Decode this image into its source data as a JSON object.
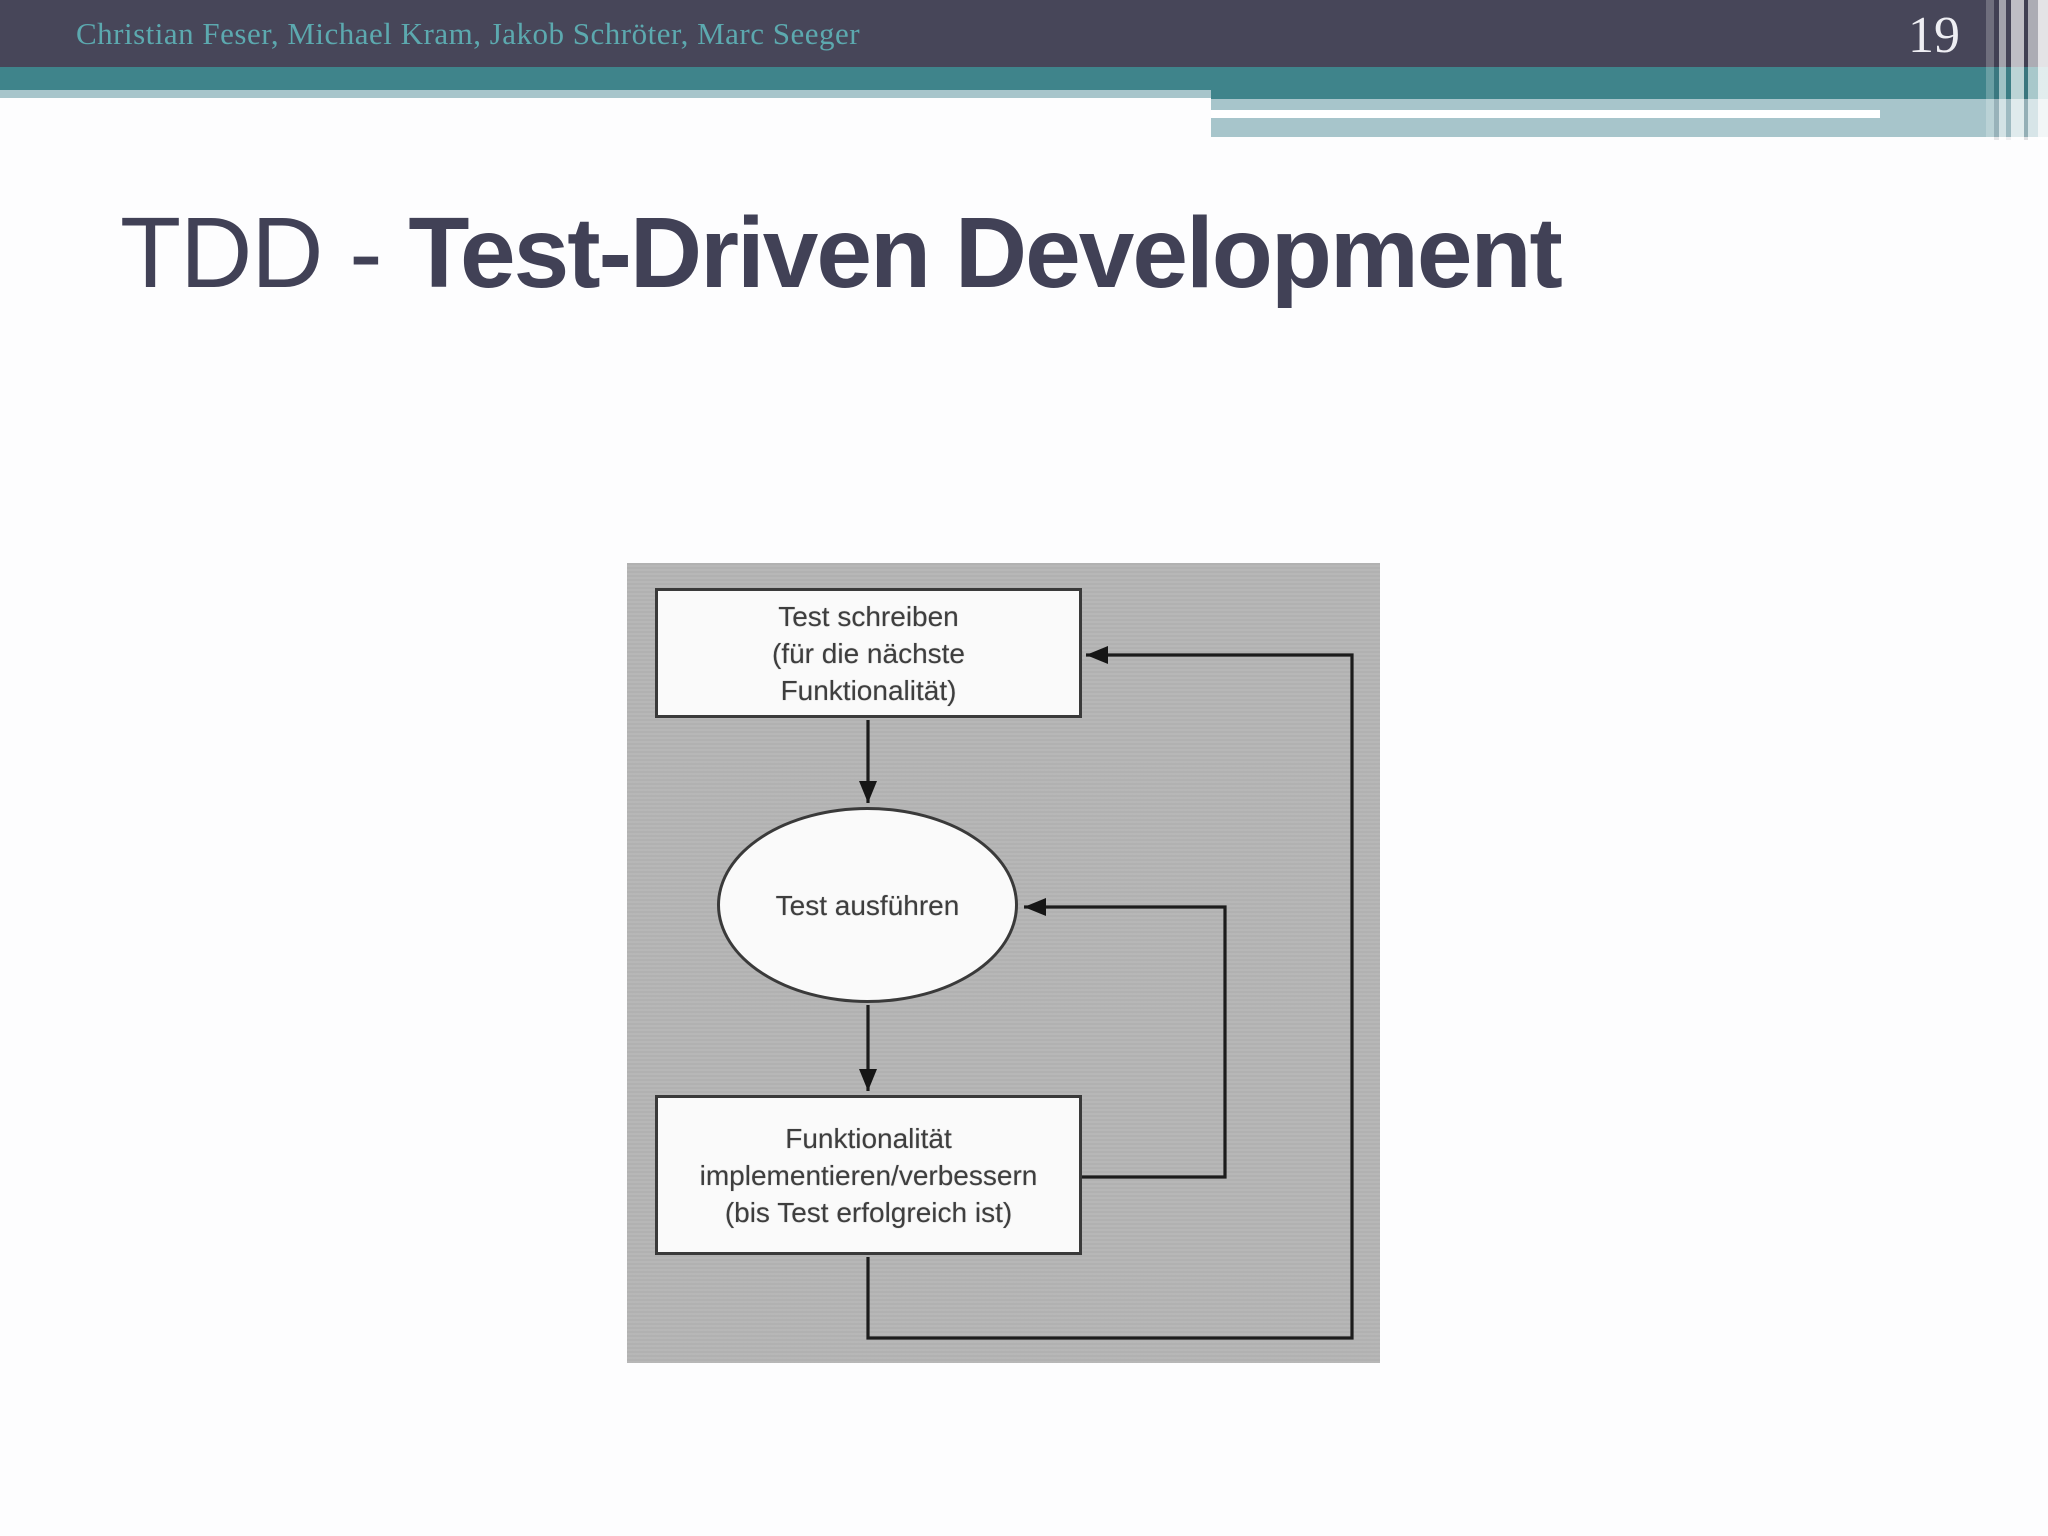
{
  "header": {
    "authors": "Christian Feser, Michael Kram, Jakob Schröter, Marc Seeger",
    "page_number": "19"
  },
  "title": {
    "prefix": "TDD - ",
    "emphasis": "Test-Driven Development"
  },
  "diagram": {
    "box_write_test": {
      "lines": [
        "Test schreiben",
        "(für die nächste",
        "Funktionalität)"
      ]
    },
    "ellipse_run_test": {
      "label": "Test ausführen"
    },
    "box_implement": {
      "lines": [
        "Funktionalität",
        "implementieren/verbessern",
        "(bis Test erfolgreich ist)"
      ]
    }
  },
  "colors": {
    "header_dark": "#474659",
    "header_teal": "#3f848b",
    "header_light_blue": "#a7c5cb",
    "author_text": "#5ca9af",
    "page_number_text": "#eeeef3",
    "title_text": "#414156",
    "diagram_background": "#b5b5b5",
    "node_fill": "#fafafa",
    "line_color": "#1c1c1c"
  }
}
